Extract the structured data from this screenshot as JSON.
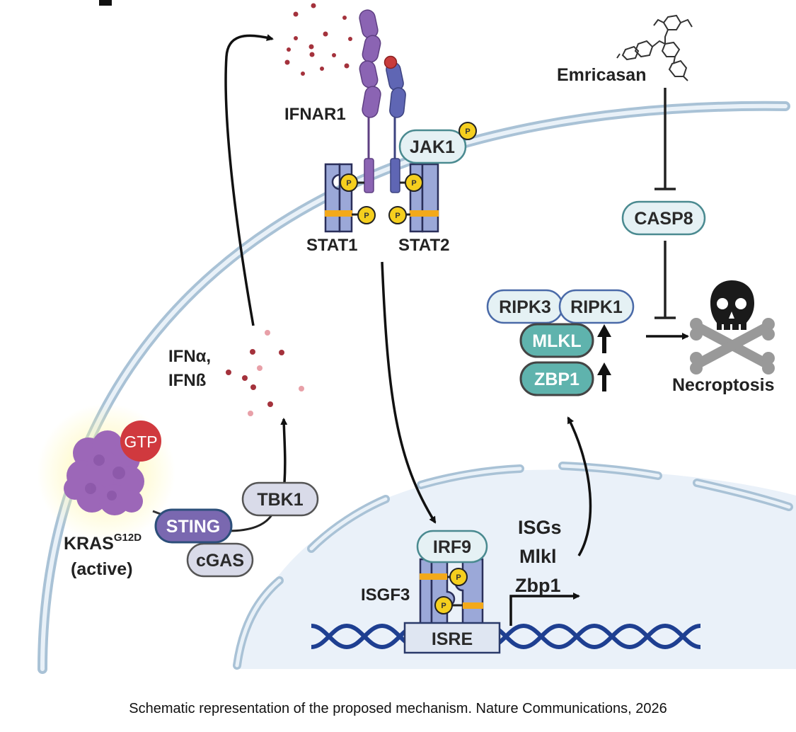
{
  "labels": {
    "emricasan": "Emricasan",
    "ifnar1": "IFNAR1",
    "jak1": "JAK1",
    "stat1": "STAT1",
    "stat2": "STAT2",
    "casp8": "CASP8",
    "ripk3": "RIPK3",
    "ripk1": "RIPK1",
    "mlkl": "MLKL",
    "zbp1": "ZBP1",
    "necroptosis": "Necroptosis",
    "ifn_a": "IFNα,",
    "ifn_b": "IFNß",
    "gtp": "GTP",
    "kras": "KRAS",
    "kras_sup": "G12D",
    "kras_active": "(active)",
    "sting": "STING",
    "cgas": "cGAS",
    "tbk1": "TBK1",
    "irf9": "IRF9",
    "isgf3": "ISGF3",
    "isre": "ISRE",
    "isgs": "ISGs",
    "mlkl_gene": "Mlkl",
    "zbp1_gene": "Zbp1",
    "phospho": "P"
  },
  "caption": "Schematic representation of the proposed mechanism. Nature Communications, 2026",
  "colors": {
    "membrane": "#bcd3e4",
    "nucleus_fill": "#eaf1f9",
    "pill_light": "#e5f1f4",
    "pill_border": "#4a8a90",
    "teal_pill": "#5fb3ad",
    "purple": "#8b64b3",
    "stat_fill": "#9ba8d8",
    "phospho": "#f5cf1e",
    "dna": "#1e3f91"
  }
}
